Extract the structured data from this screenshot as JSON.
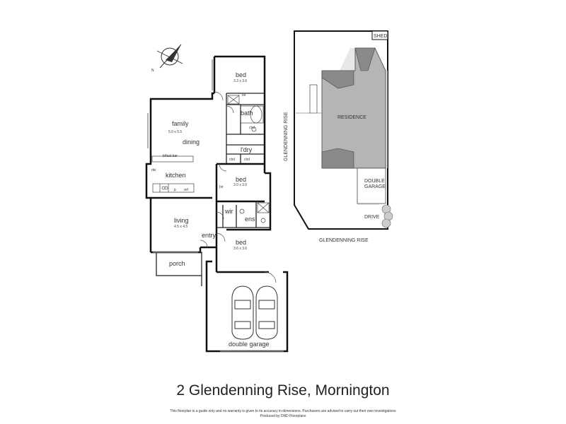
{
  "title": "2 Glendenning Rise, Mornington",
  "disclaimer": "This floorplan is a guide only and no warranty is given to its accuracy in dimensions. Purchasers are advised to carry out their own investigations",
  "producer": "Produced by DND Floorplans",
  "compass": {
    "north": "N"
  },
  "rooms": {
    "bed1": {
      "label": "bed",
      "dims": "3.3 x 3.6"
    },
    "bed2": {
      "label": "bed",
      "dims": "3.0 x 3.6"
    },
    "bed3": {
      "label": "bed",
      "dims": "3.6 x 3.6"
    },
    "family": {
      "label": "family",
      "dims": "5.0 x 5.5"
    },
    "dining": {
      "label": "dining"
    },
    "kitchen": {
      "label": "kitchen"
    },
    "living": {
      "label": "living",
      "dims": "4.5 x 4.5"
    },
    "bath": {
      "label": "bath"
    },
    "ldry": {
      "label": "l'dry"
    },
    "ens": {
      "label": "ens"
    },
    "wir": {
      "label": "wir"
    },
    "entry": {
      "label": "entry"
    },
    "porch": {
      "label": "porch"
    },
    "garage": {
      "label": "double garage"
    }
  },
  "fixtures": {
    "bir": "bir",
    "cbd": "cbd",
    "brekkie_bar": "b/fast bar",
    "dw": "dw",
    "pantry": "p",
    "fridge": "ref"
  },
  "site": {
    "shed": "SHED",
    "residence": "RESIDENCE",
    "double_garage_line1": "DOUBLE",
    "double_garage_line2": "GARAGE",
    "drive": "DRIVE",
    "street_side": "GLENDENNING RISE",
    "street_bottom": "GLENDENNING RISE"
  }
}
